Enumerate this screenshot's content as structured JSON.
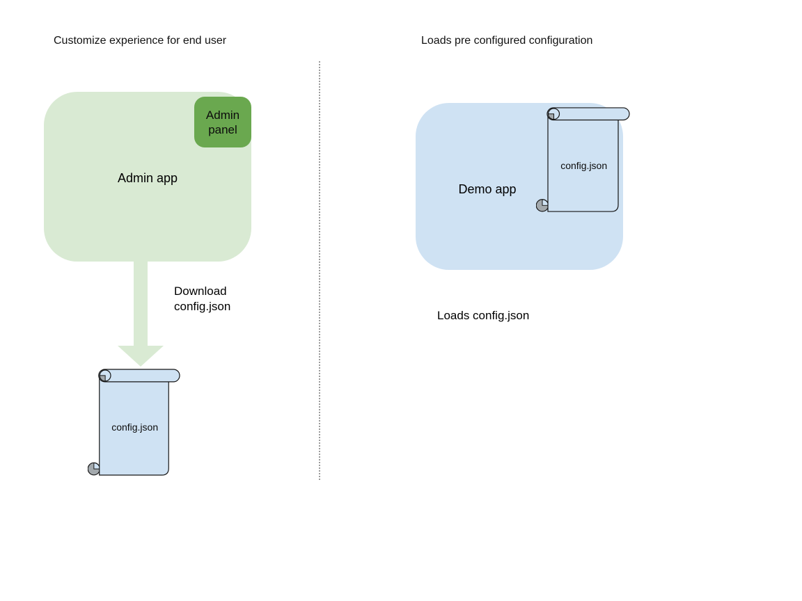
{
  "diagram": {
    "left": {
      "title": "Customize experience for end user",
      "admin_app_label": "Admin app",
      "admin_panel_label": "Admin panel",
      "arrow_label": "Download config.json",
      "config_file_label": "config.json"
    },
    "right": {
      "title": "Loads pre configured configuration",
      "demo_app_label": "Demo app",
      "config_file_label": "config.json",
      "caption": "Loads config.json"
    },
    "colors": {
      "app_green_fill": "#d9ead3",
      "panel_green": "#6aa84f",
      "arrow_green": "#d9ead3",
      "file_blue_fill": "#cfe2f3",
      "demo_blue_fill": "#cfe2f3",
      "outline_black": "#141414",
      "curl_gray": "#a3a9ad",
      "divider_gray": "#9a9a9a",
      "text_black": "#000000"
    }
  }
}
